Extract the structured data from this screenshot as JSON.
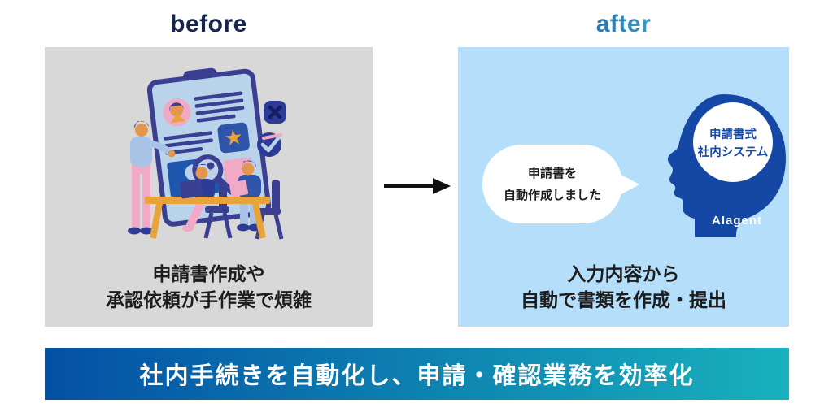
{
  "header": {
    "before_label": "before",
    "after_label": "after"
  },
  "before_panel": {
    "caption_line1": "申請書作成や",
    "caption_line2": "承認依頼が手作業で煩雑"
  },
  "after_panel": {
    "bubble_line1": "申請書を",
    "bubble_line2": "自動作成しました",
    "brain_line1": "申請書式",
    "brain_line2": "社内システム",
    "brand_label": "AIagent",
    "caption_line1": "入力内容から",
    "caption_line2": "自動で書類を作成・提出"
  },
  "banner": {
    "label": "社内手続きを自動化し、申請・確認業務を効率化"
  },
  "icons": {
    "star": "★"
  },
  "colors": {
    "before_title": "#16254e",
    "after_title_from": "#1d5dac",
    "after_title_to": "#44b2c9",
    "before_panel_bg": "#d8d8d8",
    "after_panel_bg": "#b5defa",
    "head_blue": "#1548a5",
    "banner_gradient_from": "#0450a4",
    "banner_gradient_to": "#18b1bd",
    "illustration_navy": "#3a3f92",
    "illustration_pink": "#f2a9c6",
    "illustration_orange": "#e8a33d",
    "illustration_paper": "#b9d3ea",
    "arrow": "#111111"
  }
}
